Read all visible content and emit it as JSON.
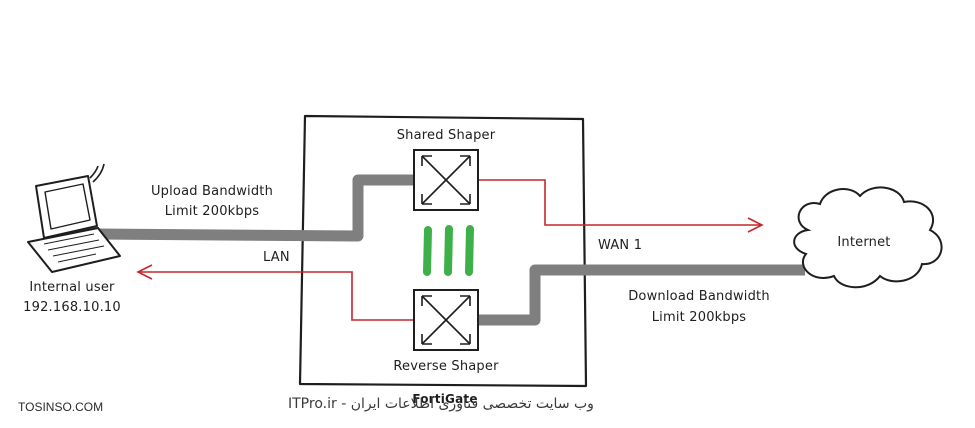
{
  "diagram": {
    "device": {
      "name": "FortiGate",
      "lan_port": "LAN",
      "wan_port": "WAN 1"
    },
    "shapers": {
      "shared": "Shared Shaper",
      "reverse": "Reverse Shaper"
    },
    "internal_user": {
      "label": "Internal user",
      "ip": "192.168.10.10"
    },
    "internet": {
      "label": "Internet"
    },
    "upload": {
      "line1": "Upload Bandwidth",
      "line2": "Limit 200kbps"
    },
    "download": {
      "line1": "Download Bandwidth",
      "line2": "Limit 200kbps"
    }
  },
  "watermarks": {
    "left": "TOSINSO.COM",
    "center": "ITPro.ir - وب سایت تخصصی فناوری اطلاعات ایران"
  },
  "colors": {
    "gray_path": "#7f7f7f",
    "red_path": "#c4272b",
    "green_bars": "#3db04a",
    "outline": "#1e1e1e"
  }
}
